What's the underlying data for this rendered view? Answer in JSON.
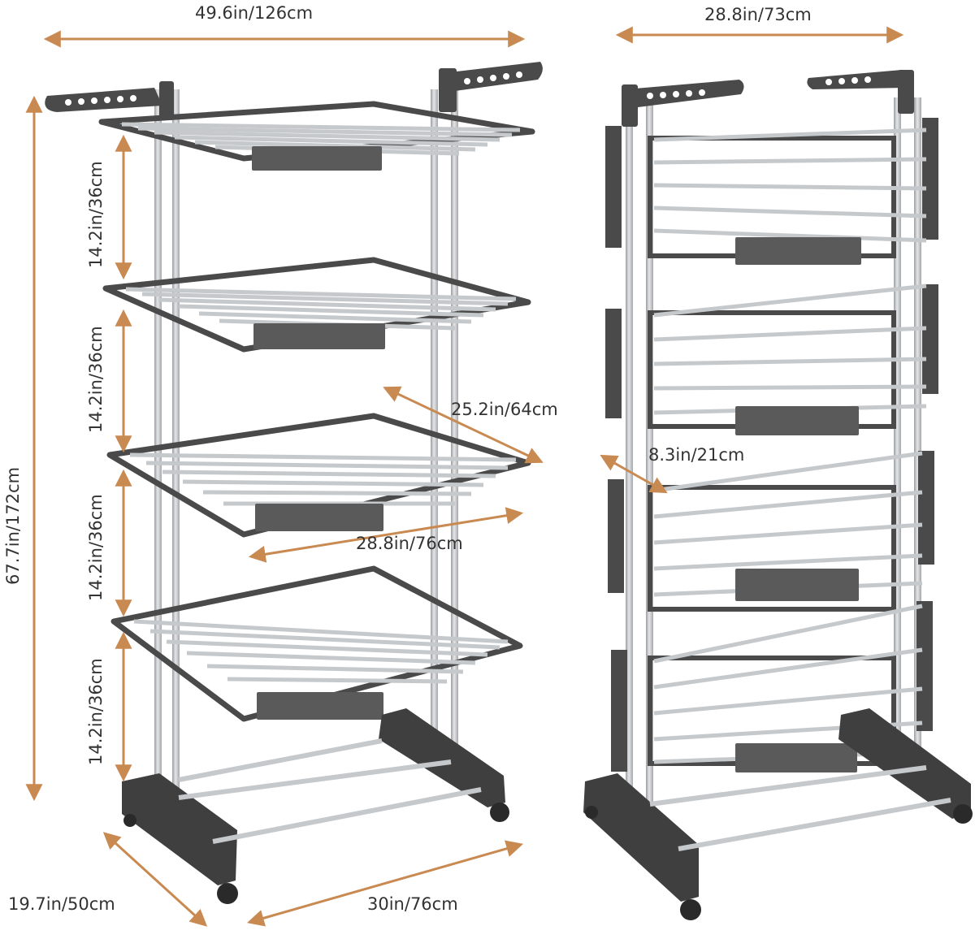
{
  "colors": {
    "background": "#ffffff",
    "dimension_arrow": "#c98a52",
    "frame_dark": "#4a4a4a",
    "rod_silver": "#b9bcc0",
    "rod_highlight": "#e4e6e8",
    "label_text": "#333333"
  },
  "dimensions": {
    "left_overall_width": "49.6in/126cm",
    "right_overall_width": "28.8in/73cm",
    "overall_height": "67.7in/172cm",
    "tier_spacing_1": "14.2in/36cm",
    "tier_spacing_2": "14.2in/36cm",
    "tier_spacing_3": "14.2in/36cm",
    "tier_spacing_4": "14.2in/36cm",
    "shelf_depth": "25.2in/64cm",
    "shelf_width": "28.8in/76cm",
    "folded_depth": "8.3in/21cm",
    "base_depth": "19.7in/50cm",
    "base_width": "30in/76cm"
  }
}
